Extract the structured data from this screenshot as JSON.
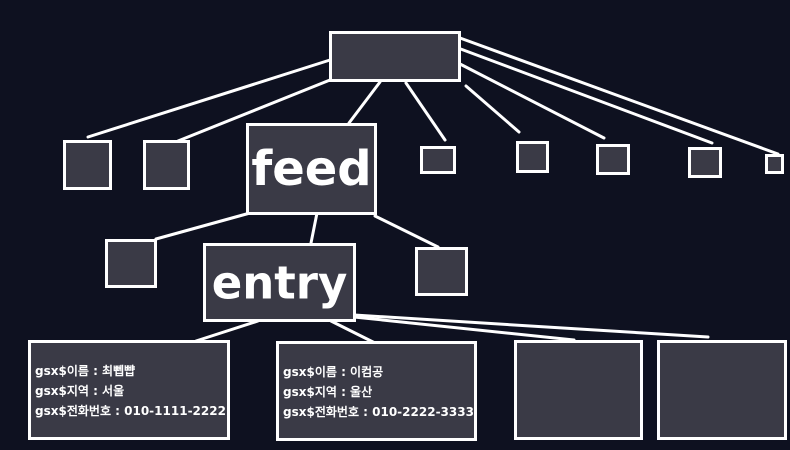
{
  "colors": {
    "background": "#0e1120",
    "node_fill": "#3a3a46",
    "stroke": "#ffffff",
    "text": "#ffffff"
  },
  "labels": {
    "feed": "feed",
    "entry": "entry"
  },
  "records": [
    {
      "name": "gsx$이름 : 최뻽뺩",
      "region": "gsx$지역 : 서울",
      "phone": "gsx$전화번호 : 010-1111-2222"
    },
    {
      "name": "gsx$이름 : 이컴공",
      "region": "gsx$지역 : 울산",
      "phone": "gsx$전화번호 : 010-2222-3333"
    }
  ]
}
